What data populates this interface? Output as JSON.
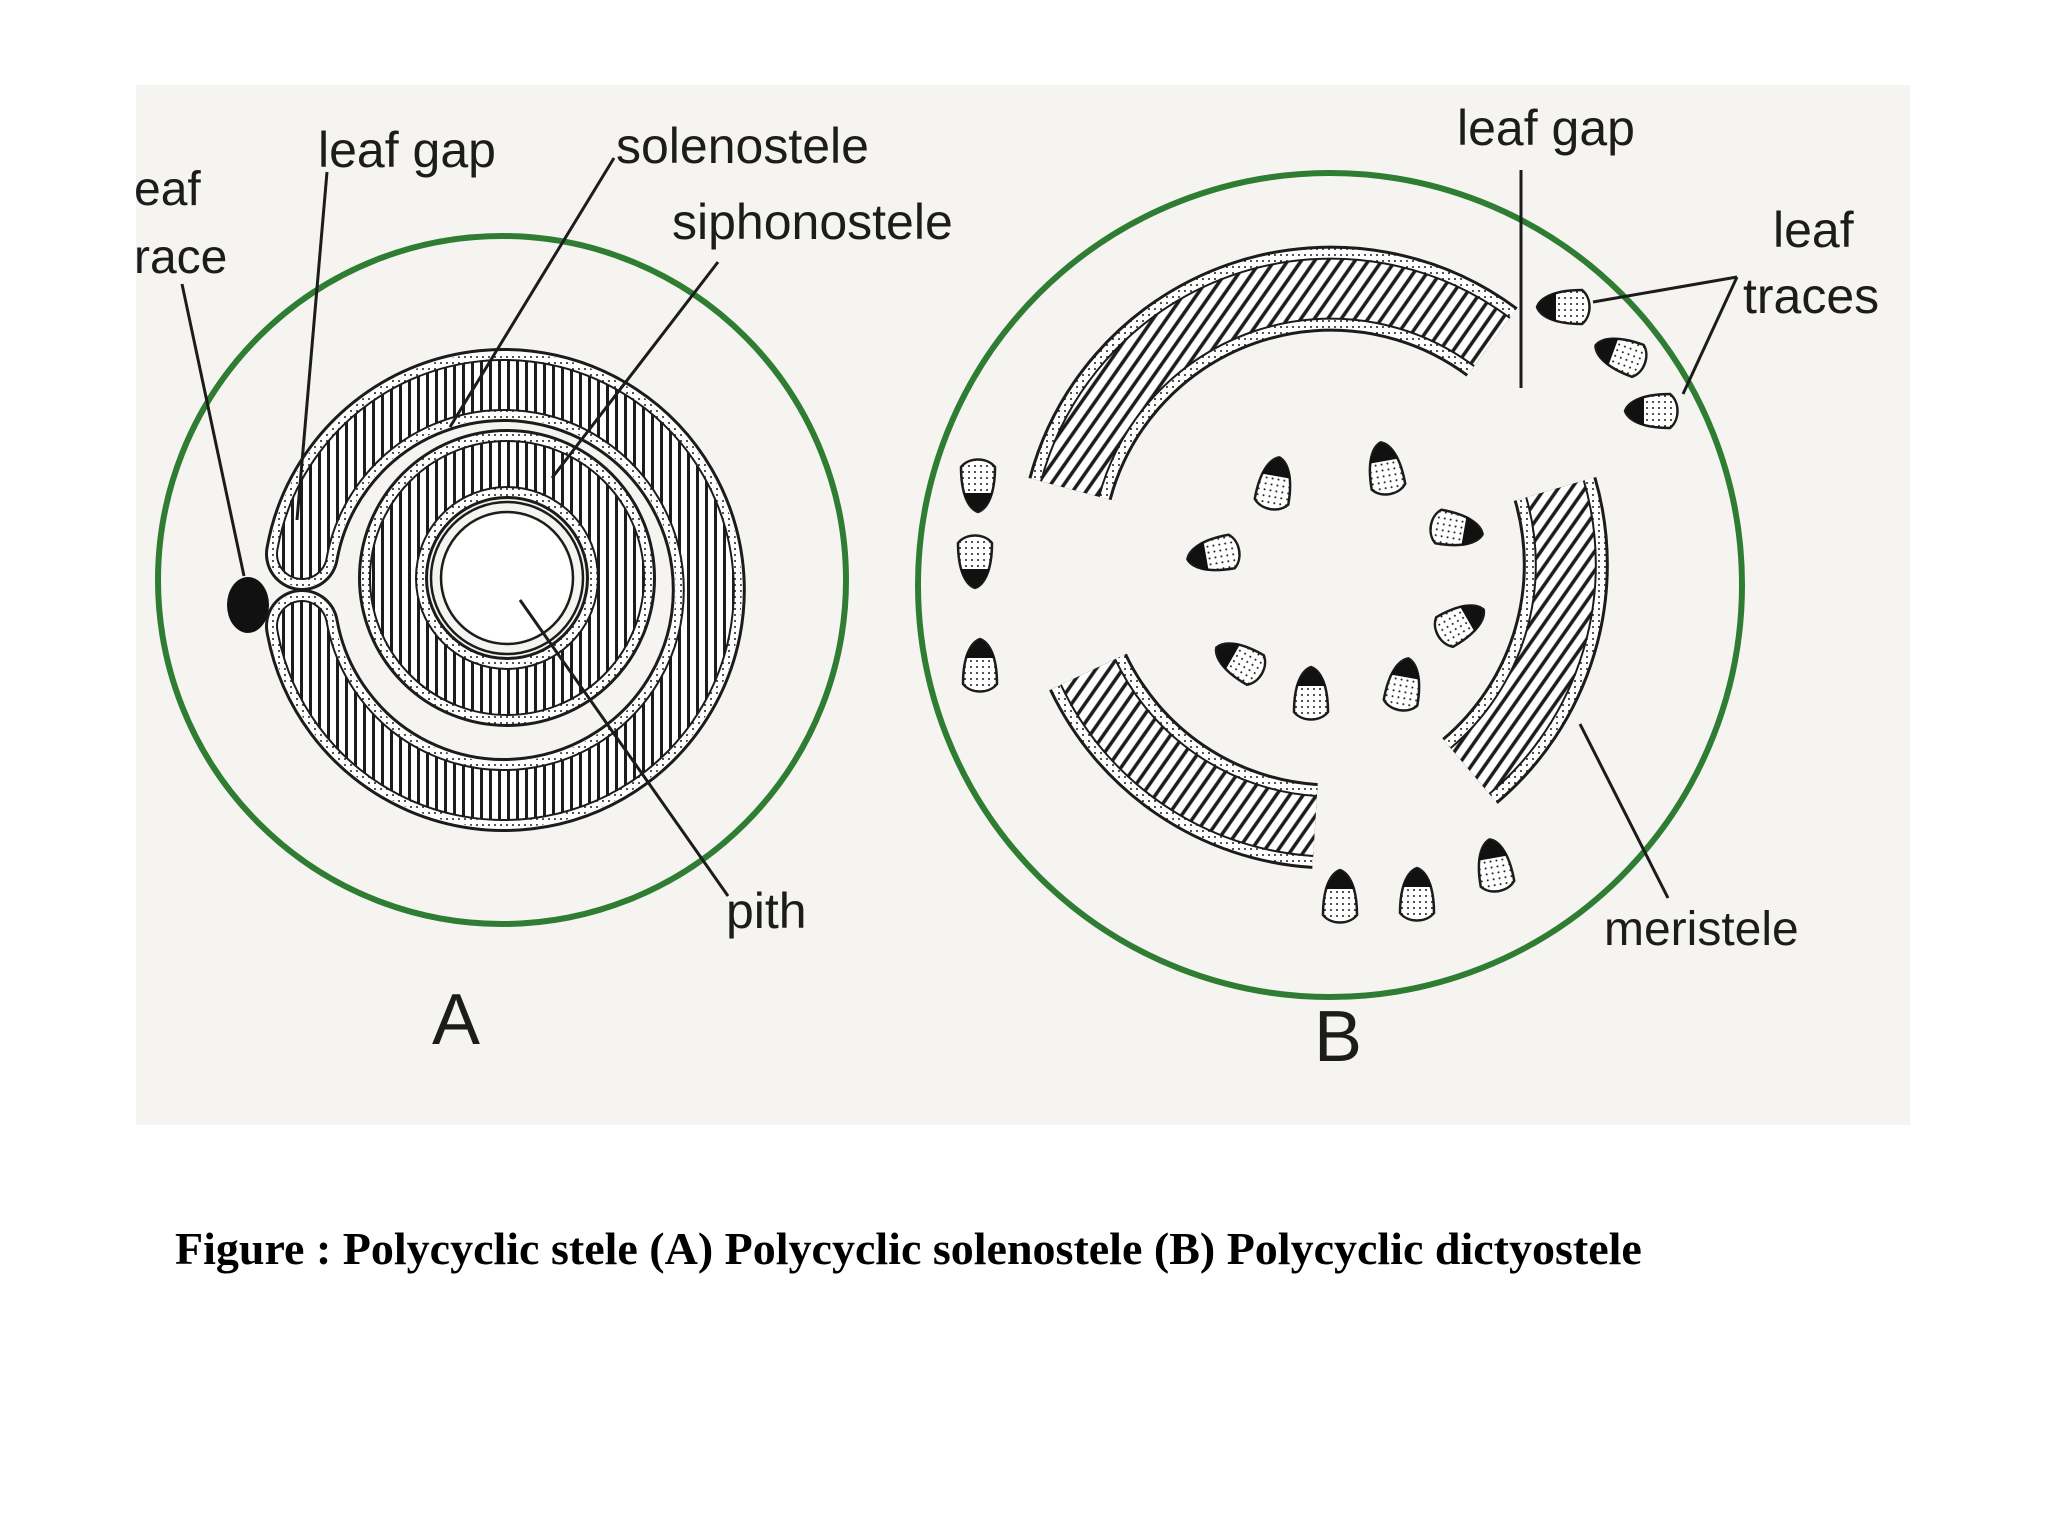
{
  "colors": {
    "epidermis_ring": "#2e7d32",
    "ink": "#1c1c1c",
    "photo_background": "#f6f4f0",
    "page_background": "#ffffff"
  },
  "figure_a": {
    "label": "A",
    "labels": {
      "leaf_trace_line1": "eaf",
      "leaf_trace_line2": "race",
      "leaf_gap": "leaf gap",
      "solenostele": "solenostele",
      "siphonostele": "siphonostele",
      "pith": "pith"
    }
  },
  "figure_b": {
    "label": "B",
    "labels": {
      "leaf_gap": "leaf gap",
      "leaf_traces_line1": "leaf",
      "leaf_traces_line2": "traces",
      "meristele": "meristele"
    }
  },
  "caption": "Figure : Polycyclic stele (A) Polycyclic solenostele (B) Polycyclic dictyostele"
}
